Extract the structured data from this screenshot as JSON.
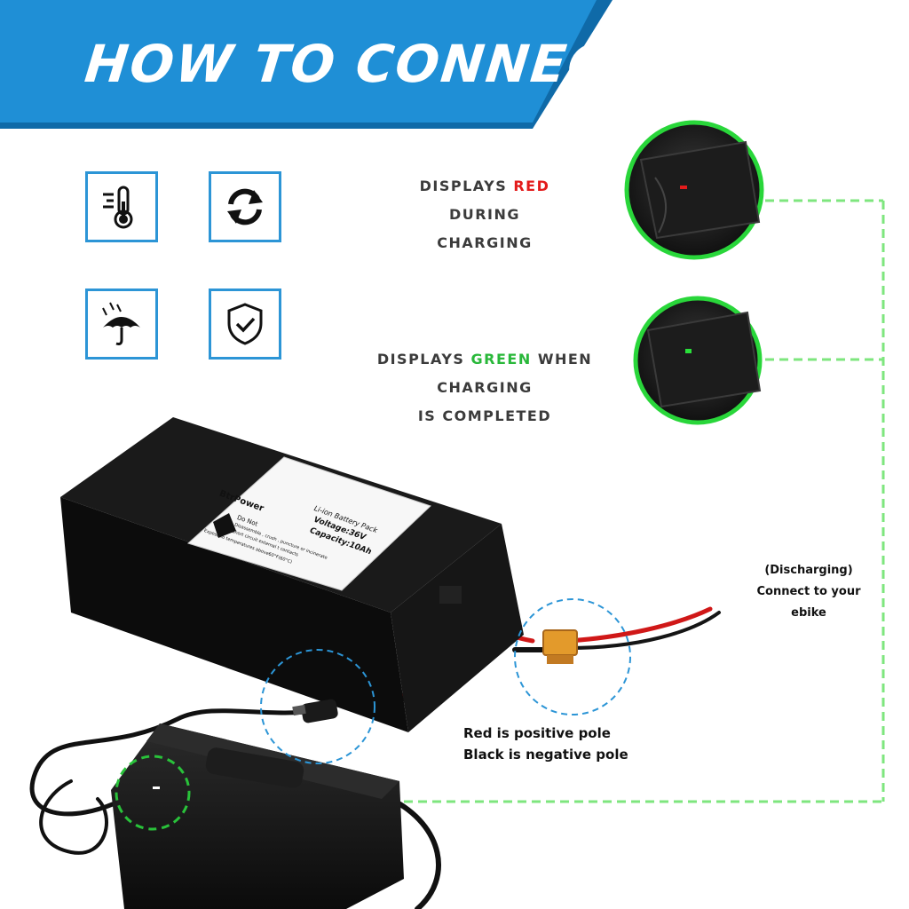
{
  "header": {
    "title": "HOW TO CONNECT"
  },
  "icons": [
    {
      "name": "temperature-icon"
    },
    {
      "name": "refresh-icon"
    },
    {
      "name": "umbrella-icon"
    },
    {
      "name": "shield-check-icon"
    }
  ],
  "status": {
    "red_prefix": "DISPLAYS",
    "red_word": "RED",
    "red_suffix": "DURING",
    "red_line2": "CHARGING",
    "green_prefix": "DISPLAYS",
    "green_word": "GREEN",
    "green_suffix": "WHEN CHARGING",
    "green_line2": "IS COMPLETED"
  },
  "discharge": {
    "line1": "(Discharging)",
    "line2": "Connect to your ebike"
  },
  "polarity": {
    "line1": "Red is positive pole",
    "line2": "Black is negative pole"
  },
  "battery_label": {
    "brand": "BtrPower",
    "type": "Li-ion Battery Pack",
    "voltage": "Voltage:36V",
    "capacity": "Capacity:10Ah",
    "do_not": "Do Not",
    "warn1": "Disassemble , crush , puncture or incinerate",
    "warn2": "Short circuit external t contacts",
    "warn3": "Expose to temperatures above60°F(60°C)"
  },
  "colors": {
    "banner": "#1f8fd6",
    "icon_border": "#2c95d6",
    "red_led": "#e31b1b",
    "green_led": "#29b83a",
    "dash_green": "#7ee67e",
    "dash_blue": "#2c95d6"
  }
}
